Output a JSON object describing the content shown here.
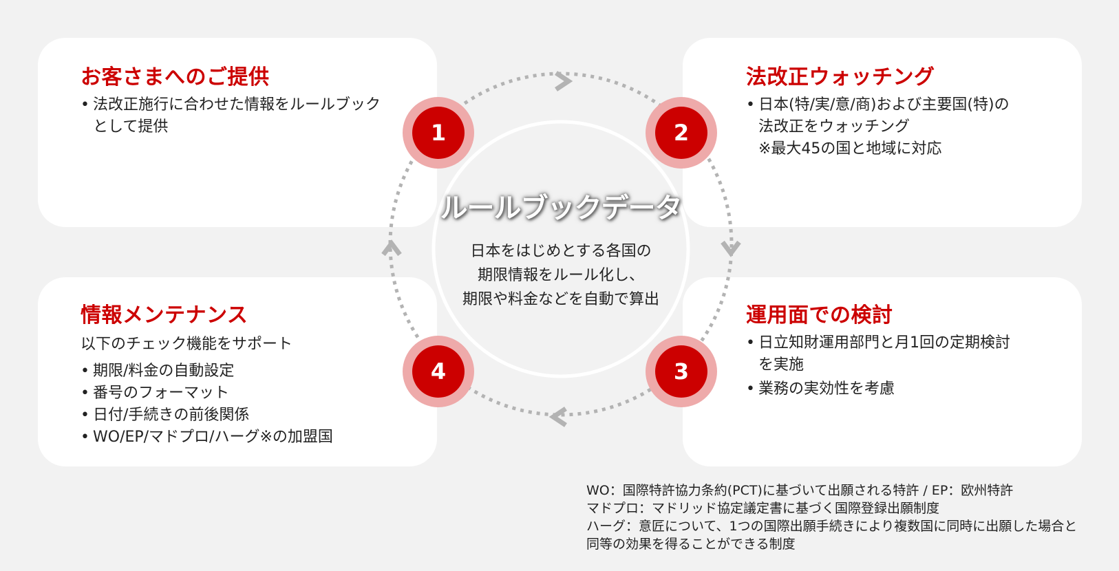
{
  "cards": {
    "top_left": {
      "title": "お客さまへのご提供",
      "bullets": [
        "法改正施行に合わせた情報をルールブック",
        "として提供"
      ]
    },
    "top_right": {
      "title": "法改正ウォッチング",
      "bullets": [
        "日本(特/実/意/商)および主要国(特)の",
        "法改正をウォッチング",
        "※最大45の国と地域に対応"
      ]
    },
    "bottom_right": {
      "title": "運用面での検討",
      "bullets": [
        "日立知財運用部門と月1回の定期検討",
        "を実施",
        "業務の実効性を考慮"
      ]
    },
    "bottom_left": {
      "title": "情報メンテナンス",
      "intro": "以下のチェック機能をサポート",
      "bullets": [
        "期限/料金の自動設定",
        "番号のフォーマット",
        "日付/手続きの前後関係",
        "WO/EP/マドプロ/ハーグ※の加盟国"
      ]
    }
  },
  "center": {
    "title": "ルールブックデータ",
    "lines": [
      "日本をはじめとする各国の",
      "期限情報をルール化し、",
      "期限や料金などを自動で算出"
    ]
  },
  "steps": [
    "1",
    "2",
    "3",
    "4"
  ],
  "footnotes": [
    "WO：国際特許協力条約(PCT)に基づいて出願される特許 / EP：欧州特許",
    "マドプロ：マドリッド協定議定書に基づく国際登録出願制度",
    "ハーグ：意匠について、1つの国際出願手続きにより複数国に同時に出願した場合と",
    "同等の効果を得ることができる制度"
  ],
  "colors": {
    "accent": "#cc0000",
    "ring": "#eeaaaa",
    "dotted": "#b3b3b3",
    "background": "#f2f2f2"
  }
}
